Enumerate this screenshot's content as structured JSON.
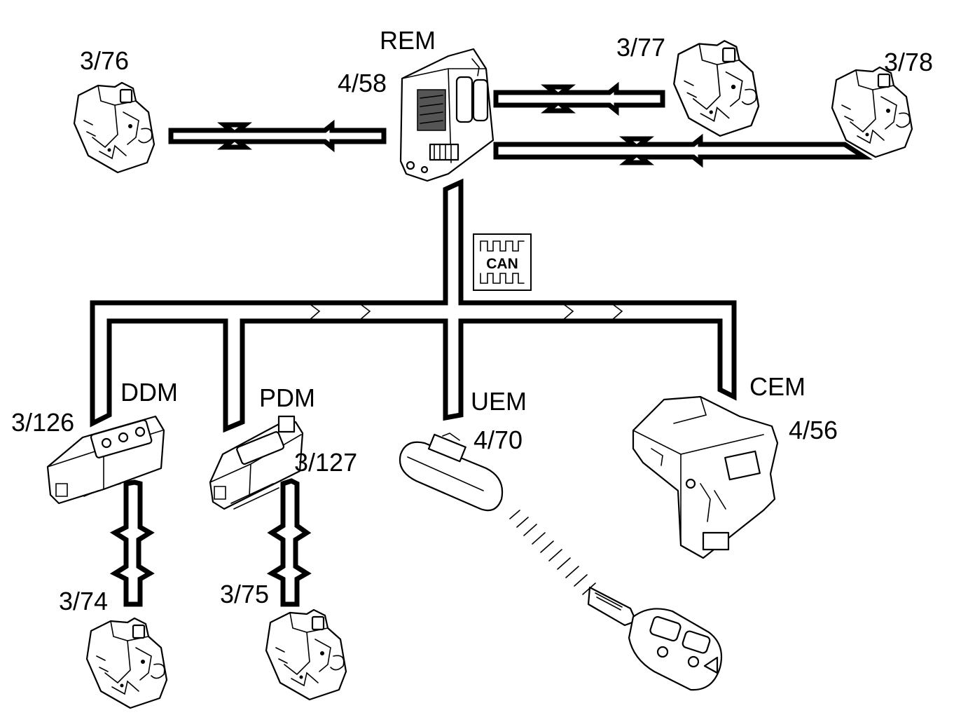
{
  "labels": {
    "rem": "REM",
    "rem_id": "4/58",
    "lock_76": "3/76",
    "lock_77": "3/77",
    "lock_78": "3/78",
    "ddm": "DDM",
    "ddm_id": "3/126",
    "pdm": "PDM",
    "pdm_id": "3/127",
    "uem": "UEM",
    "uem_id": "4/70",
    "cem": "CEM",
    "cem_id": "4/56",
    "lock_74": "3/74",
    "lock_75": "3/75"
  },
  "can_symbol": {
    "text": "CAN"
  }
}
